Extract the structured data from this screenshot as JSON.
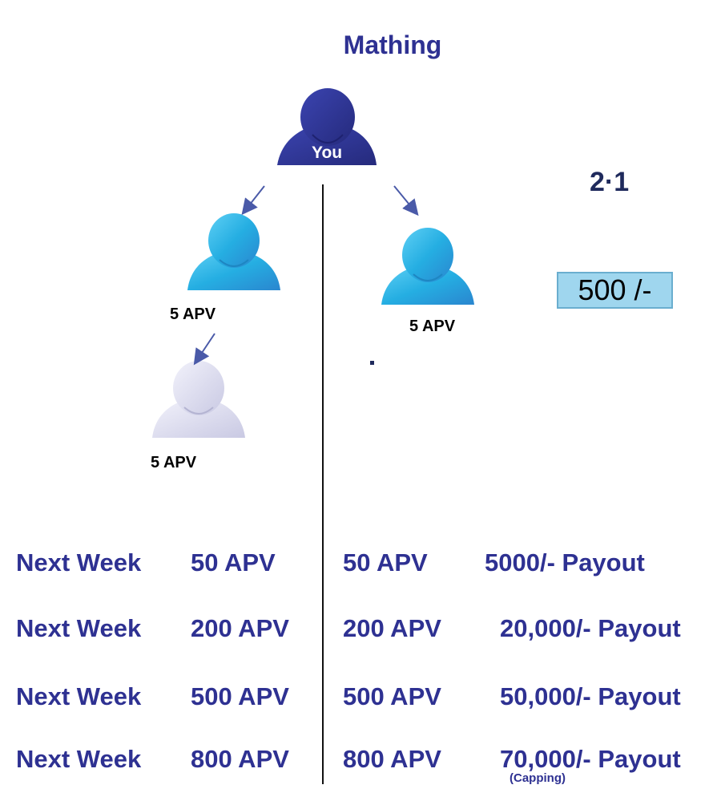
{
  "title": "Mathing",
  "ratio": "2·1",
  "amount_box": "500 /-",
  "tree": {
    "root": {
      "label": "You",
      "color": "#2f3596"
    },
    "left_child": {
      "label": "5 APV",
      "color": "#2bb5e6"
    },
    "right_child": {
      "label": "5 APV",
      "color": "#2bb5e6"
    },
    "left_grandchild": {
      "label": "5 APV",
      "color": "#dcdcf0"
    }
  },
  "arrow_color": "#4a5aa8",
  "text_color": "#2e3192",
  "rows": [
    {
      "period": "Next Week",
      "left_apv": "50 APV",
      "right_apv": "50 APV",
      "payout": "5000/- Payout"
    },
    {
      "period": "Next Week",
      "left_apv": "200 APV",
      "right_apv": "200 APV",
      "payout": "20,000/- Payout"
    },
    {
      "period": "Next Week",
      "left_apv": "500 APV",
      "right_apv": "500 APV",
      "payout": "50,000/- Payout"
    },
    {
      "period": "Next Week",
      "left_apv": "800 APV",
      "right_apv": "800 APV",
      "payout": "70,000/- Payout"
    }
  ],
  "capping_note": "(Capping)"
}
